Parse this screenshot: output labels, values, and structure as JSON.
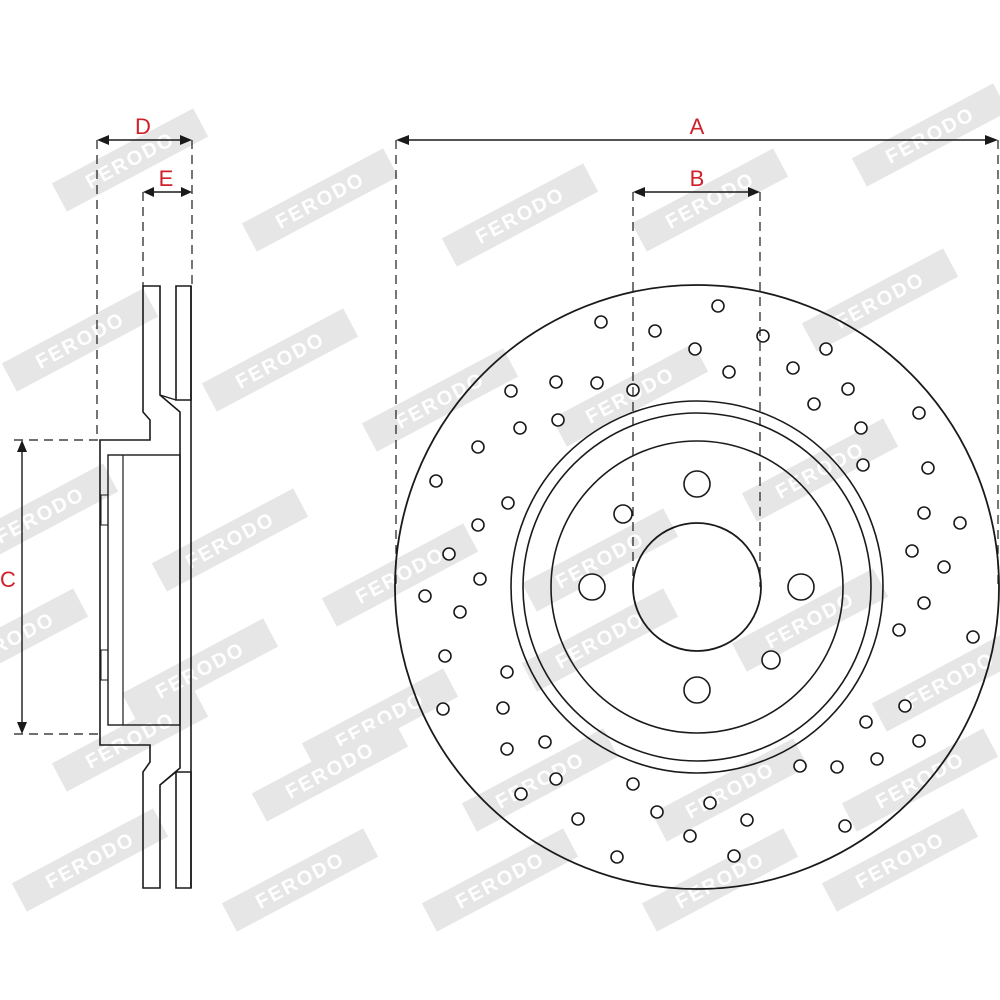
{
  "watermark": {
    "text": "FERODO"
  },
  "dimensions": {
    "A": "A",
    "B": "B",
    "C": "C",
    "D": "D",
    "E": "E"
  },
  "colors": {
    "label": "#d0202a",
    "line": "#1a1a1a",
    "watermark": "#e6e6e6"
  },
  "disc": {
    "stud_holes": 4,
    "cross_drilled": true
  }
}
